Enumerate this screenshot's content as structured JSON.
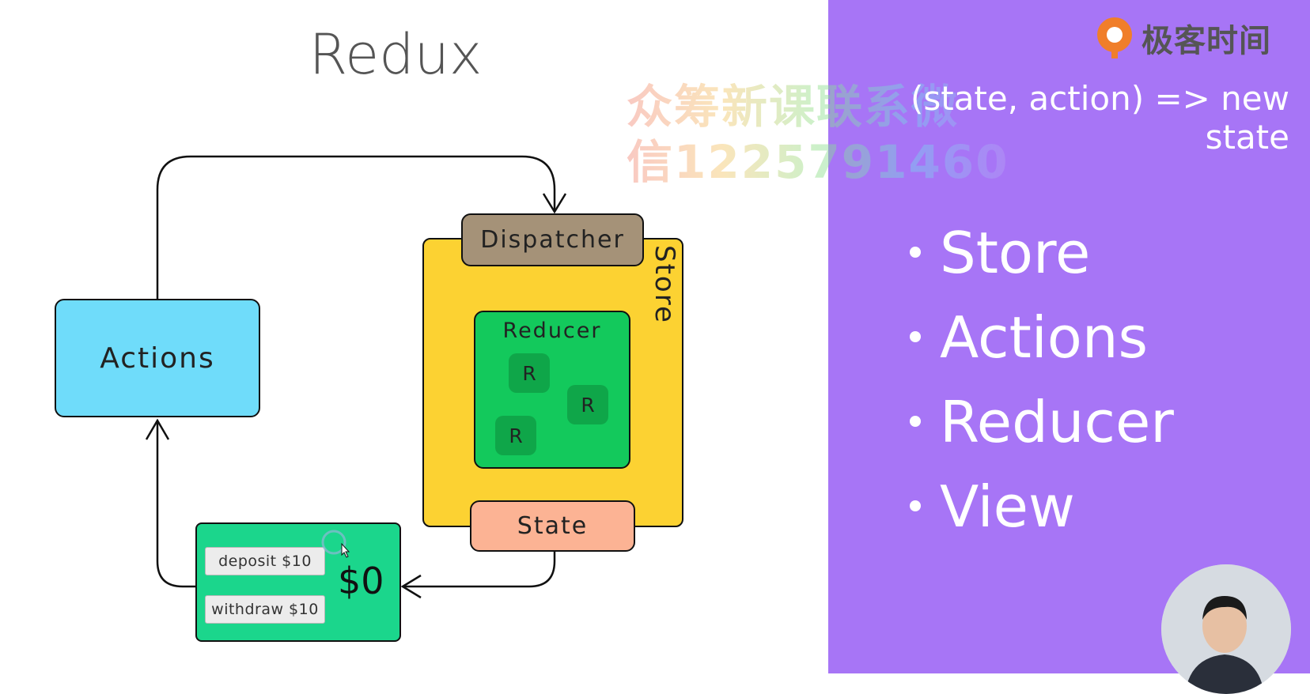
{
  "slide": {
    "title": "Redux",
    "formula": "(state, action) => new state",
    "bullets": [
      "Store",
      "Actions",
      "Reducer",
      "View"
    ]
  },
  "diagram": {
    "actions_label": "Actions",
    "store_label": "Store",
    "dispatcher_label": "Dispatcher",
    "reducer_label": "Reducer",
    "reducer_items": [
      "R",
      "R",
      "R"
    ],
    "state_label": "State",
    "view": {
      "deposit_button": "deposit $10",
      "withdraw_button": "withdraw $10",
      "balance": "$0"
    }
  },
  "branding": {
    "logo_text": "极客时间",
    "watermark_line1": "众筹新课联系微",
    "watermark_line2": "信1225791460"
  },
  "colors": {
    "right_panel": "#a775f6",
    "actions": "#6fdcfa",
    "store": "#fcd232",
    "dispatcher": "#a59278",
    "reducer": "#13c95c",
    "state": "#fcb394",
    "view": "#1bd68c",
    "logo_orange": "#f07e2a"
  }
}
